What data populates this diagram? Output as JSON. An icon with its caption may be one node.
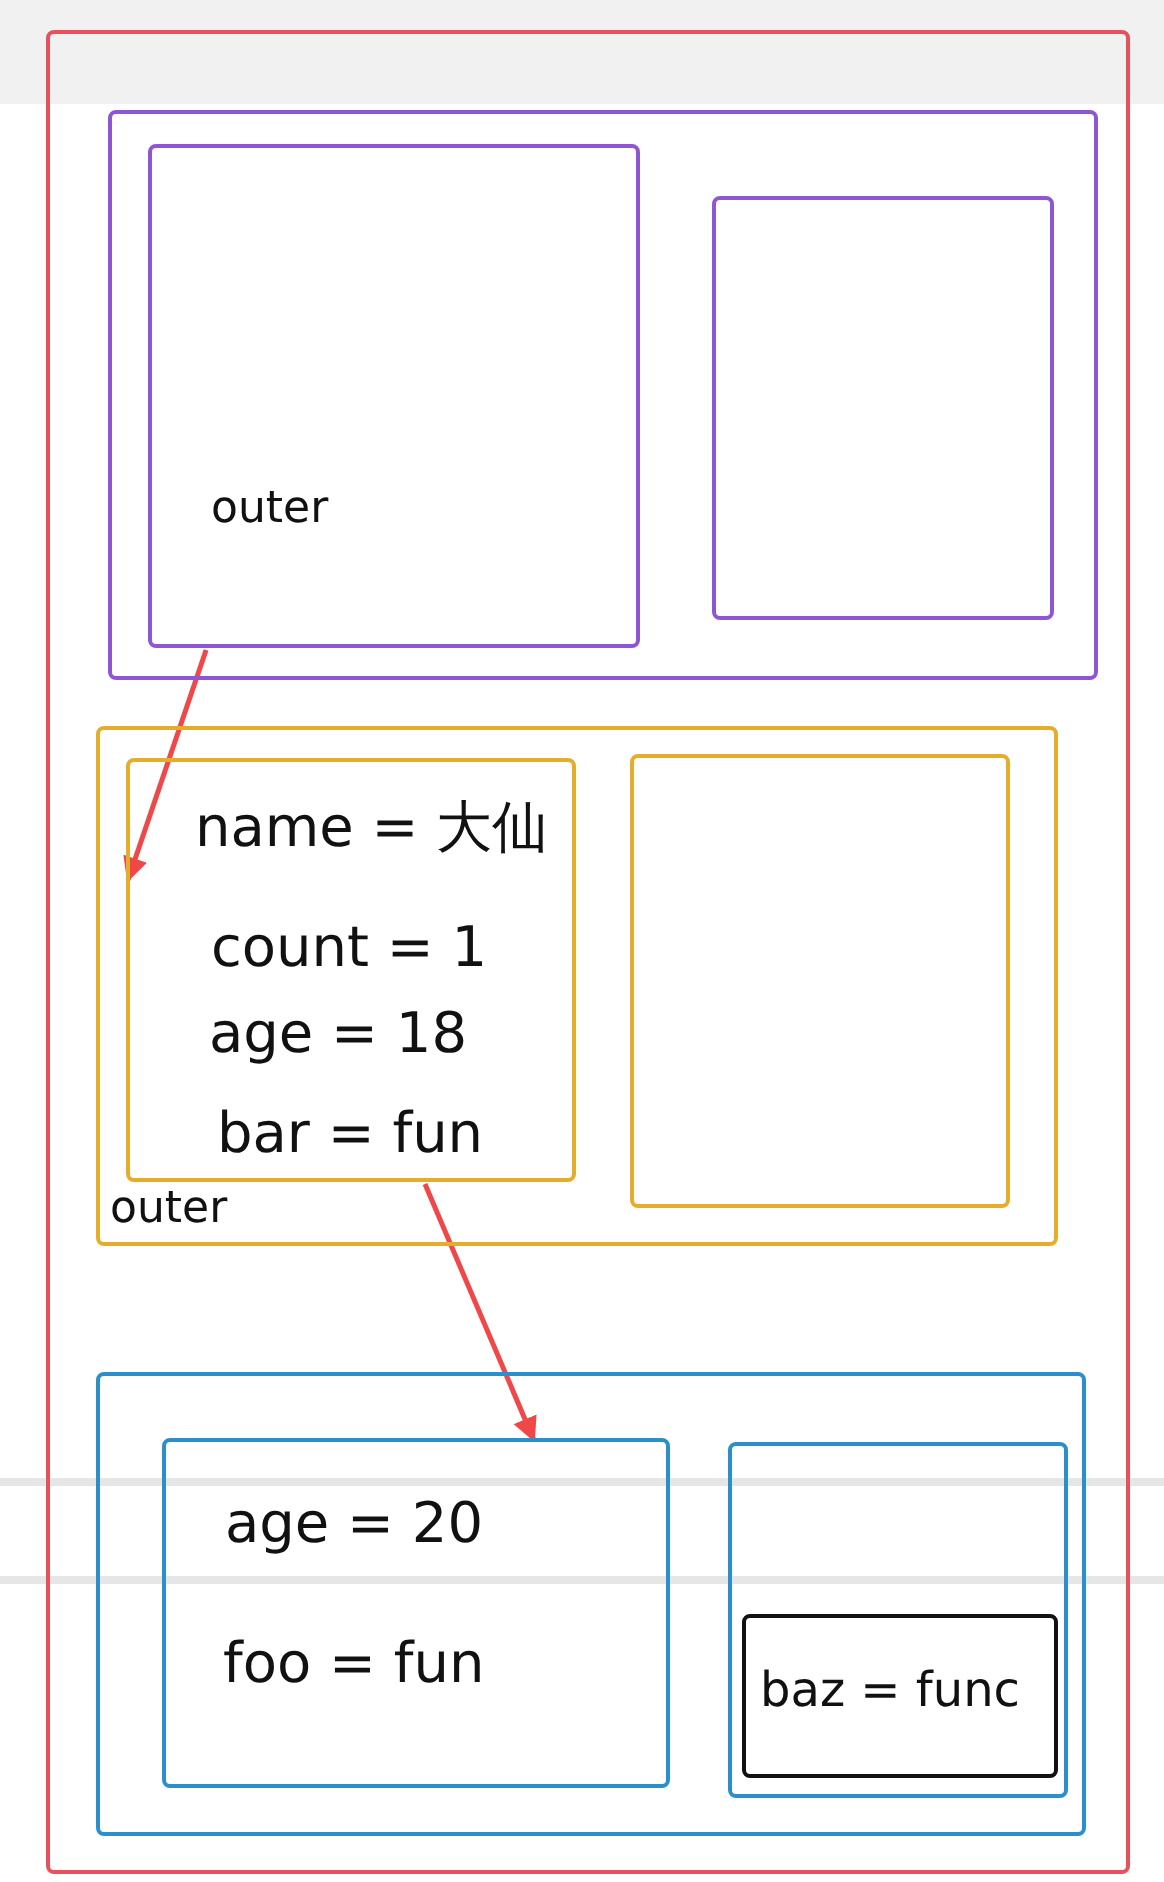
{
  "diagram": {
    "nodes": [
      {
        "text": [],
        "shape": "box"
      },
      {
        "text": [],
        "shape": "box",
        "in": 0
      },
      {
        "text": [
          "outer"
        ],
        "in": 1
      },
      {
        "text": [],
        "shape": "box",
        "in": 1
      },
      {
        "text": [
          "outer"
        ],
        "in": 0
      },
      {
        "text": [
          "name = 大仙",
          "count = 1",
          "age = 18",
          "bar = fun"
        ],
        "in": 4
      },
      {
        "text": [],
        "shape": "box",
        "in": 4
      },
      {
        "text": [],
        "shape": "box",
        "in": 0
      },
      {
        "text": [
          "age = 20",
          "foo = fun"
        ],
        "in": 7
      },
      {
        "text": [],
        "shape": "box",
        "in": 7
      },
      {
        "text": [
          "baz = func"
        ],
        "in": 9
      }
    ],
    "edges": [
      {
        "from": 2,
        "to": 5,
        "arrow": "to"
      },
      {
        "from": 5,
        "to": 8,
        "arrow": "to"
      }
    ]
  }
}
